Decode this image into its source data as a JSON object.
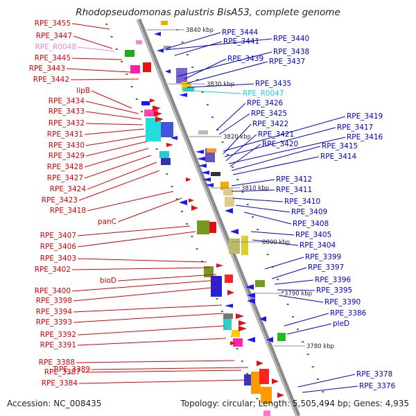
{
  "title": "Rhodopseudomonas palustris BisA53, complete genome",
  "footer": {
    "accession": "Accession: NC_008435",
    "summary": "Topology: circular; Length: 5,505,494 bp; Genes: 4,935"
  },
  "colors": {
    "left_label": "#dd0000",
    "right_label": "#0000cc",
    "rna_label_pink": "#ee88cc",
    "rna_label_cyan": "#22ccdd",
    "backbone": "#8a8a8a",
    "tick": "#2a8a2a"
  },
  "position_markers": [
    "3840 kbp",
    "3830 kbp",
    "3820 kbp",
    "3810 kbp",
    "3800 kbp",
    "3790 kbp",
    "3780 kbp"
  ],
  "left_labels": [
    {
      "text": "RPE_3455",
      "kind": "gene"
    },
    {
      "text": "RPE_3447",
      "kind": "gene"
    },
    {
      "text": "RPE_R0048",
      "kind": "rna"
    },
    {
      "text": "RPE_3445",
      "kind": "gene"
    },
    {
      "text": "RPE_3443",
      "kind": "gene"
    },
    {
      "text": "RPE_3442",
      "kind": "gene"
    },
    {
      "text": "lipB",
      "kind": "gene"
    },
    {
      "text": "RPE_3434",
      "kind": "gene"
    },
    {
      "text": "RPE_3433",
      "kind": "gene"
    },
    {
      "text": "RPE_3432",
      "kind": "gene"
    },
    {
      "text": "RPE_3431",
      "kind": "gene"
    },
    {
      "text": "RPE_3430",
      "kind": "gene"
    },
    {
      "text": "RPE_3429",
      "kind": "gene"
    },
    {
      "text": "RPE_3428",
      "kind": "gene"
    },
    {
      "text": "RPE_3427",
      "kind": "gene"
    },
    {
      "text": "RPE_3424",
      "kind": "gene"
    },
    {
      "text": "RPE_3423",
      "kind": "gene"
    },
    {
      "text": "RPE_3418",
      "kind": "gene"
    },
    {
      "text": "panC",
      "kind": "gene"
    },
    {
      "text": "RPE_3407",
      "kind": "gene"
    },
    {
      "text": "RPE_3406",
      "kind": "gene"
    },
    {
      "text": "RPE_3403",
      "kind": "gene"
    },
    {
      "text": "RPE_3402",
      "kind": "gene"
    },
    {
      "text": "bioD",
      "kind": "gene"
    },
    {
      "text": "RPE_3400",
      "kind": "gene"
    },
    {
      "text": "RPE_3398",
      "kind": "gene"
    },
    {
      "text": "RPE_3394",
      "kind": "gene"
    },
    {
      "text": "RPE_3393",
      "kind": "gene"
    },
    {
      "text": "RPE_3392",
      "kind": "gene"
    },
    {
      "text": "RPE_3391",
      "kind": "gene"
    },
    {
      "text": "RPE_3388",
      "kind": "gene"
    },
    {
      "text": "RPE_3389",
      "kind": "gene"
    },
    {
      "text": "RPE_3387",
      "kind": "gene"
    },
    {
      "text": "RPE_3384",
      "kind": "gene"
    }
  ],
  "right_labels": [
    {
      "text": "RPE_3444",
      "kind": "gene"
    },
    {
      "text": "RPE_3440",
      "kind": "gene"
    },
    {
      "text": "RPE_3441",
      "kind": "gene"
    },
    {
      "text": "RPE_3438",
      "kind": "gene"
    },
    {
      "text": "RPE_3439",
      "kind": "gene"
    },
    {
      "text": "RPE_3437",
      "kind": "gene"
    },
    {
      "text": "RPE_3435",
      "kind": "gene"
    },
    {
      "text": "RPE_R0047",
      "kind": "rna"
    },
    {
      "text": "RPE_3426",
      "kind": "gene"
    },
    {
      "text": "RPE_3425",
      "kind": "gene"
    },
    {
      "text": "RPE_3419",
      "kind": "gene"
    },
    {
      "text": "RPE_3422",
      "kind": "gene"
    },
    {
      "text": "RPE_3417",
      "kind": "gene"
    },
    {
      "text": "RPE_3421",
      "kind": "gene"
    },
    {
      "text": "RPE_3416",
      "kind": "gene"
    },
    {
      "text": "RPE_3420",
      "kind": "gene"
    },
    {
      "text": "RPE_3415",
      "kind": "gene"
    },
    {
      "text": "RPE_3414",
      "kind": "gene"
    },
    {
      "text": "RPE_3412",
      "kind": "gene"
    },
    {
      "text": "RPE_3411",
      "kind": "gene"
    },
    {
      "text": "RPE_3410",
      "kind": "gene"
    },
    {
      "text": "RPE_3409",
      "kind": "gene"
    },
    {
      "text": "RPE_3408",
      "kind": "gene"
    },
    {
      "text": "RPE_3405",
      "kind": "gene"
    },
    {
      "text": "RPE_3404",
      "kind": "gene"
    },
    {
      "text": "RPE_3399",
      "kind": "gene"
    },
    {
      "text": "RPE_3397",
      "kind": "gene"
    },
    {
      "text": "RPE_3396",
      "kind": "gene"
    },
    {
      "text": "RPE_3395",
      "kind": "gene"
    },
    {
      "text": "RPE_3390",
      "kind": "gene"
    },
    {
      "text": "RPE_3386",
      "kind": "gene"
    },
    {
      "text": "pleD",
      "kind": "gene"
    },
    {
      "text": "RPE_3378",
      "kind": "gene"
    },
    {
      "text": "RPE_3376",
      "kind": "gene"
    }
  ]
}
